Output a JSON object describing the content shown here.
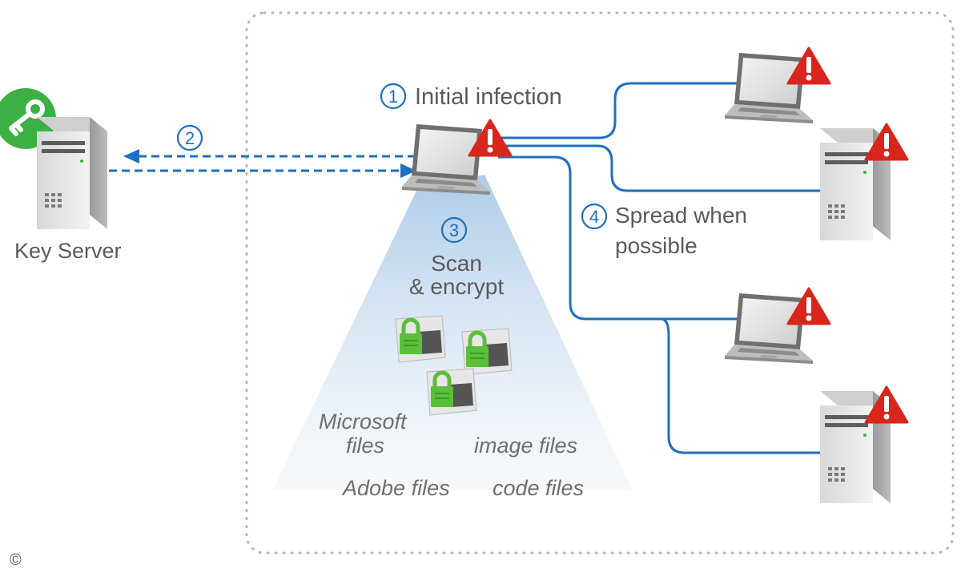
{
  "steps": [
    {
      "number": "1",
      "label": "Initial infection"
    },
    {
      "number": "2",
      "label": ""
    },
    {
      "number": "3",
      "label_line1": "Scan",
      "label_line2": "& encrypt"
    },
    {
      "number": "4",
      "label_line1": "Spread when",
      "label_line2": "possible"
    }
  ],
  "key_server": {
    "label": "Key Server"
  },
  "file_types": {
    "microsoft_line1": "Microsoft",
    "microsoft_line2": "files",
    "image": "image files",
    "adobe": "Adobe files",
    "code": "code files"
  },
  "copyright": "©",
  "colors": {
    "accent": "#1f6fc0",
    "warning": "#d9261c",
    "key_badge": "#3cb043",
    "lock": "#5bbf3a",
    "boundary": "#b5b5b5"
  },
  "icons": [
    "key-icon",
    "server-icon",
    "laptop-icon",
    "warning-icon",
    "lock-icon",
    "folder-icon"
  ]
}
